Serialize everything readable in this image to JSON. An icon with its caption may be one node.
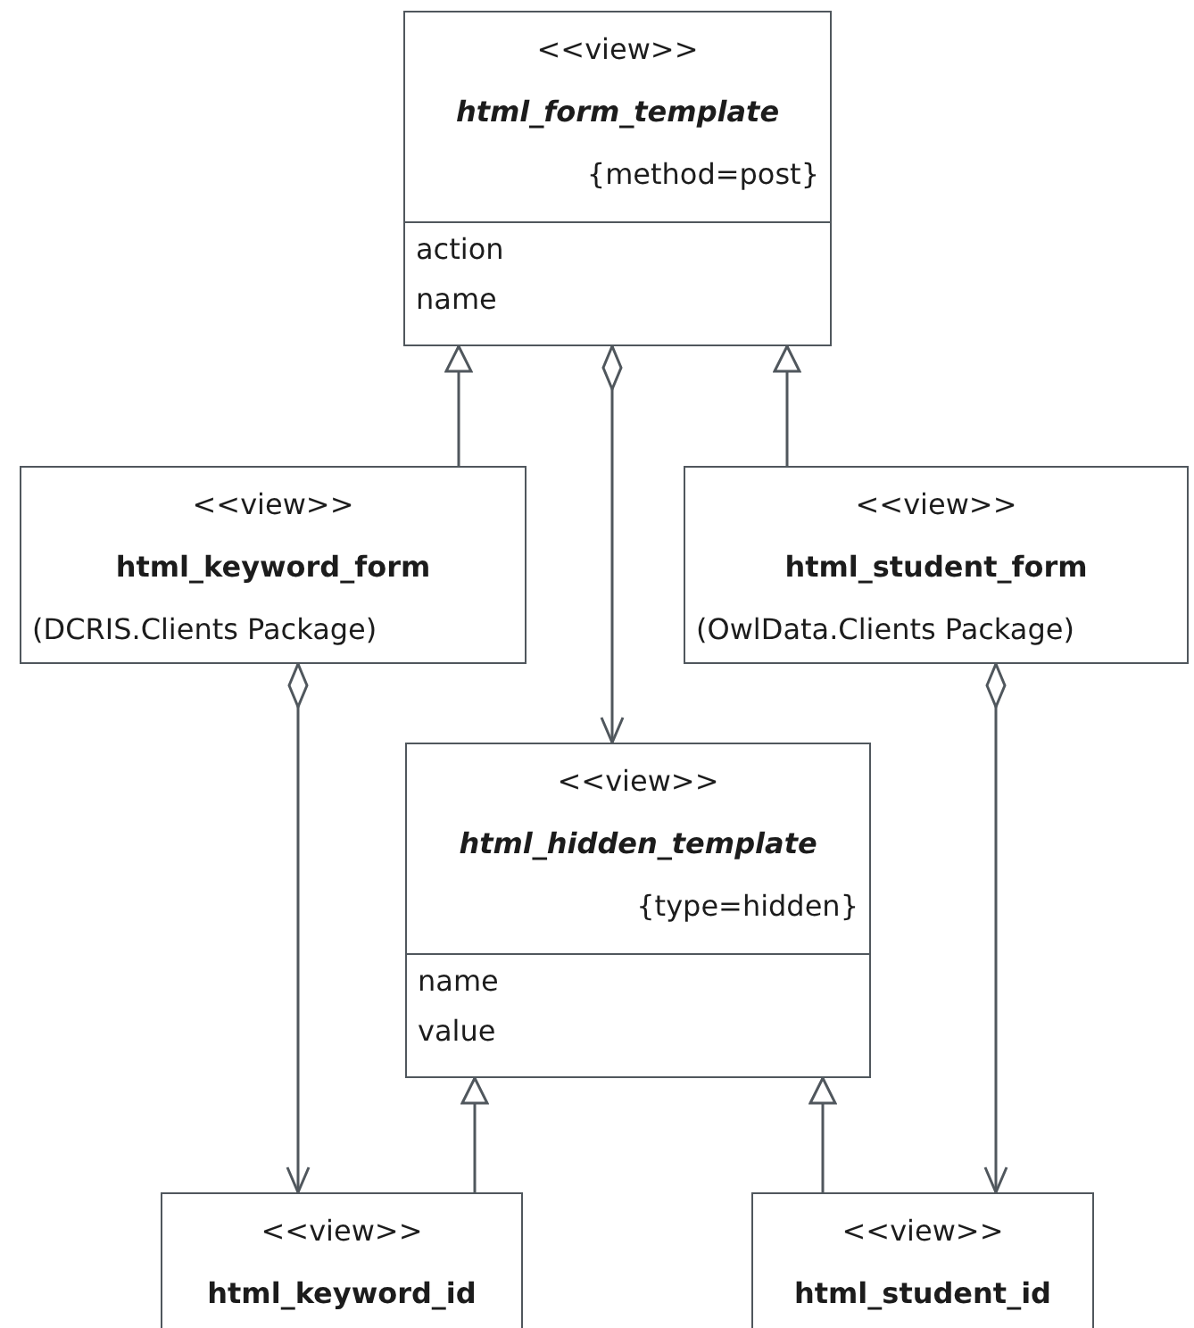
{
  "diagram": {
    "nodes": [
      {
        "text": [
          "<<view>>",
          "html_form_template",
          "{method=post}",
          "action",
          "name"
        ]
      },
      {
        "text": [
          "<<view>>",
          "html_keyword_form",
          "(DCRIS.Clients Package)"
        ]
      },
      {
        "text": [
          "<<view>>",
          "html_student_form",
          "(OwlData.Clients Package)"
        ]
      },
      {
        "text": [
          "<<view>>",
          "html_hidden_template",
          "{type=hidden}",
          "name",
          "value"
        ]
      },
      {
        "text": [
          "<<view>>",
          "html_keyword_id"
        ]
      },
      {
        "text": [
          "<<view>>",
          "html_student_id"
        ]
      }
    ],
    "edges": [
      {
        "from": 1,
        "to": 0,
        "arrow": "to"
      },
      {
        "from": 2,
        "to": 0,
        "arrow": "to"
      },
      {
        "from": 0,
        "to": 3,
        "arrow": "to"
      },
      {
        "from": 1,
        "to": 4,
        "arrow": "to"
      },
      {
        "from": 2,
        "to": 5,
        "arrow": "to"
      },
      {
        "from": 4,
        "to": 3,
        "arrow": "to"
      },
      {
        "from": 5,
        "to": 3,
        "arrow": "to"
      }
    ]
  }
}
